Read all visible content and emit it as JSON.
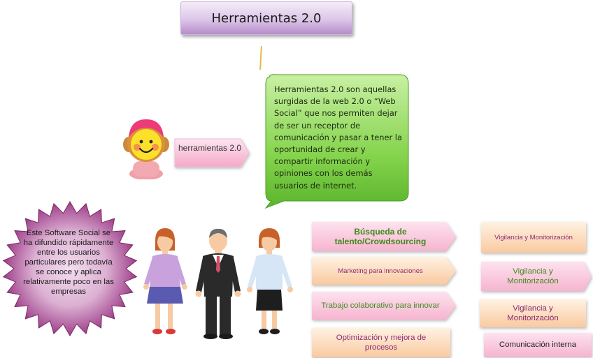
{
  "title": "Herramientas 2.0",
  "bubble_text": "Herramientas 2.0 son aquellas surgidas de la web 2.0 o “Web Social” que nos permiten dejar de ser un receptor de comunicación y pasar a tener la oportunidad de crear y compartir información y opiniones con los demás usuarios de internet.",
  "label_text": "herramientas 2.0",
  "burst_text": "Este Software Social se ha difundido rápidamente entre los usuarios particulares pero todavía se conoce y aplica relativamente poco en las empresas",
  "left_boxes": [
    "Búsqueda de talento/Crowdsourcing",
    "Marketing para innovaciones",
    "Trabajo colaborativo para innovar",
    "Optimización y mejora de procesos"
  ],
  "right_boxes": [
    "Vigilancia y Monitorización",
    "Vigilancia y Monitorización",
    "Vigilancia y Monitorización",
    "Comunicación interna"
  ],
  "colors": {
    "title_purple": "#b68ccb",
    "bubble_green": "#6cc23a",
    "pink": "#f6b4cf",
    "orange": "#f9caa0",
    "burst_purple": "#7a2a66",
    "label_text_purple": "#8a2a72",
    "label_text_green": "#3f8a1c"
  }
}
